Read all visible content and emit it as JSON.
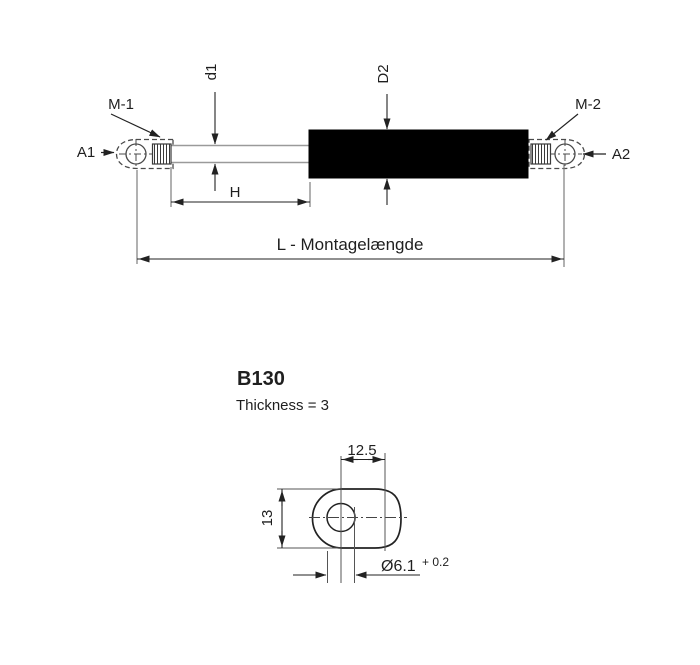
{
  "colors": {
    "background": "#ffffff",
    "line": "#2b2b2b",
    "body_fill": "#000000",
    "rod_line": "#9a9a9a",
    "extension_line": "#7d7d7d"
  },
  "assembly": {
    "end_fitting_left_label": "M-1",
    "end_fitting_right_label": "M-2",
    "connection_left_label": "A1",
    "connection_right_label": "A2",
    "rod_diameter_label": "d1",
    "body_diameter_label": "D2",
    "stroke_label": "H",
    "mounting_length_label": "L - Montagelængde"
  },
  "fitting": {
    "title": "B130",
    "thickness_note": "Thickness = 3",
    "width_dim": "12.5",
    "height_dim": "13",
    "hole_diameter_dim": "Ø6.1",
    "hole_tolerance": "+ 0.2"
  }
}
